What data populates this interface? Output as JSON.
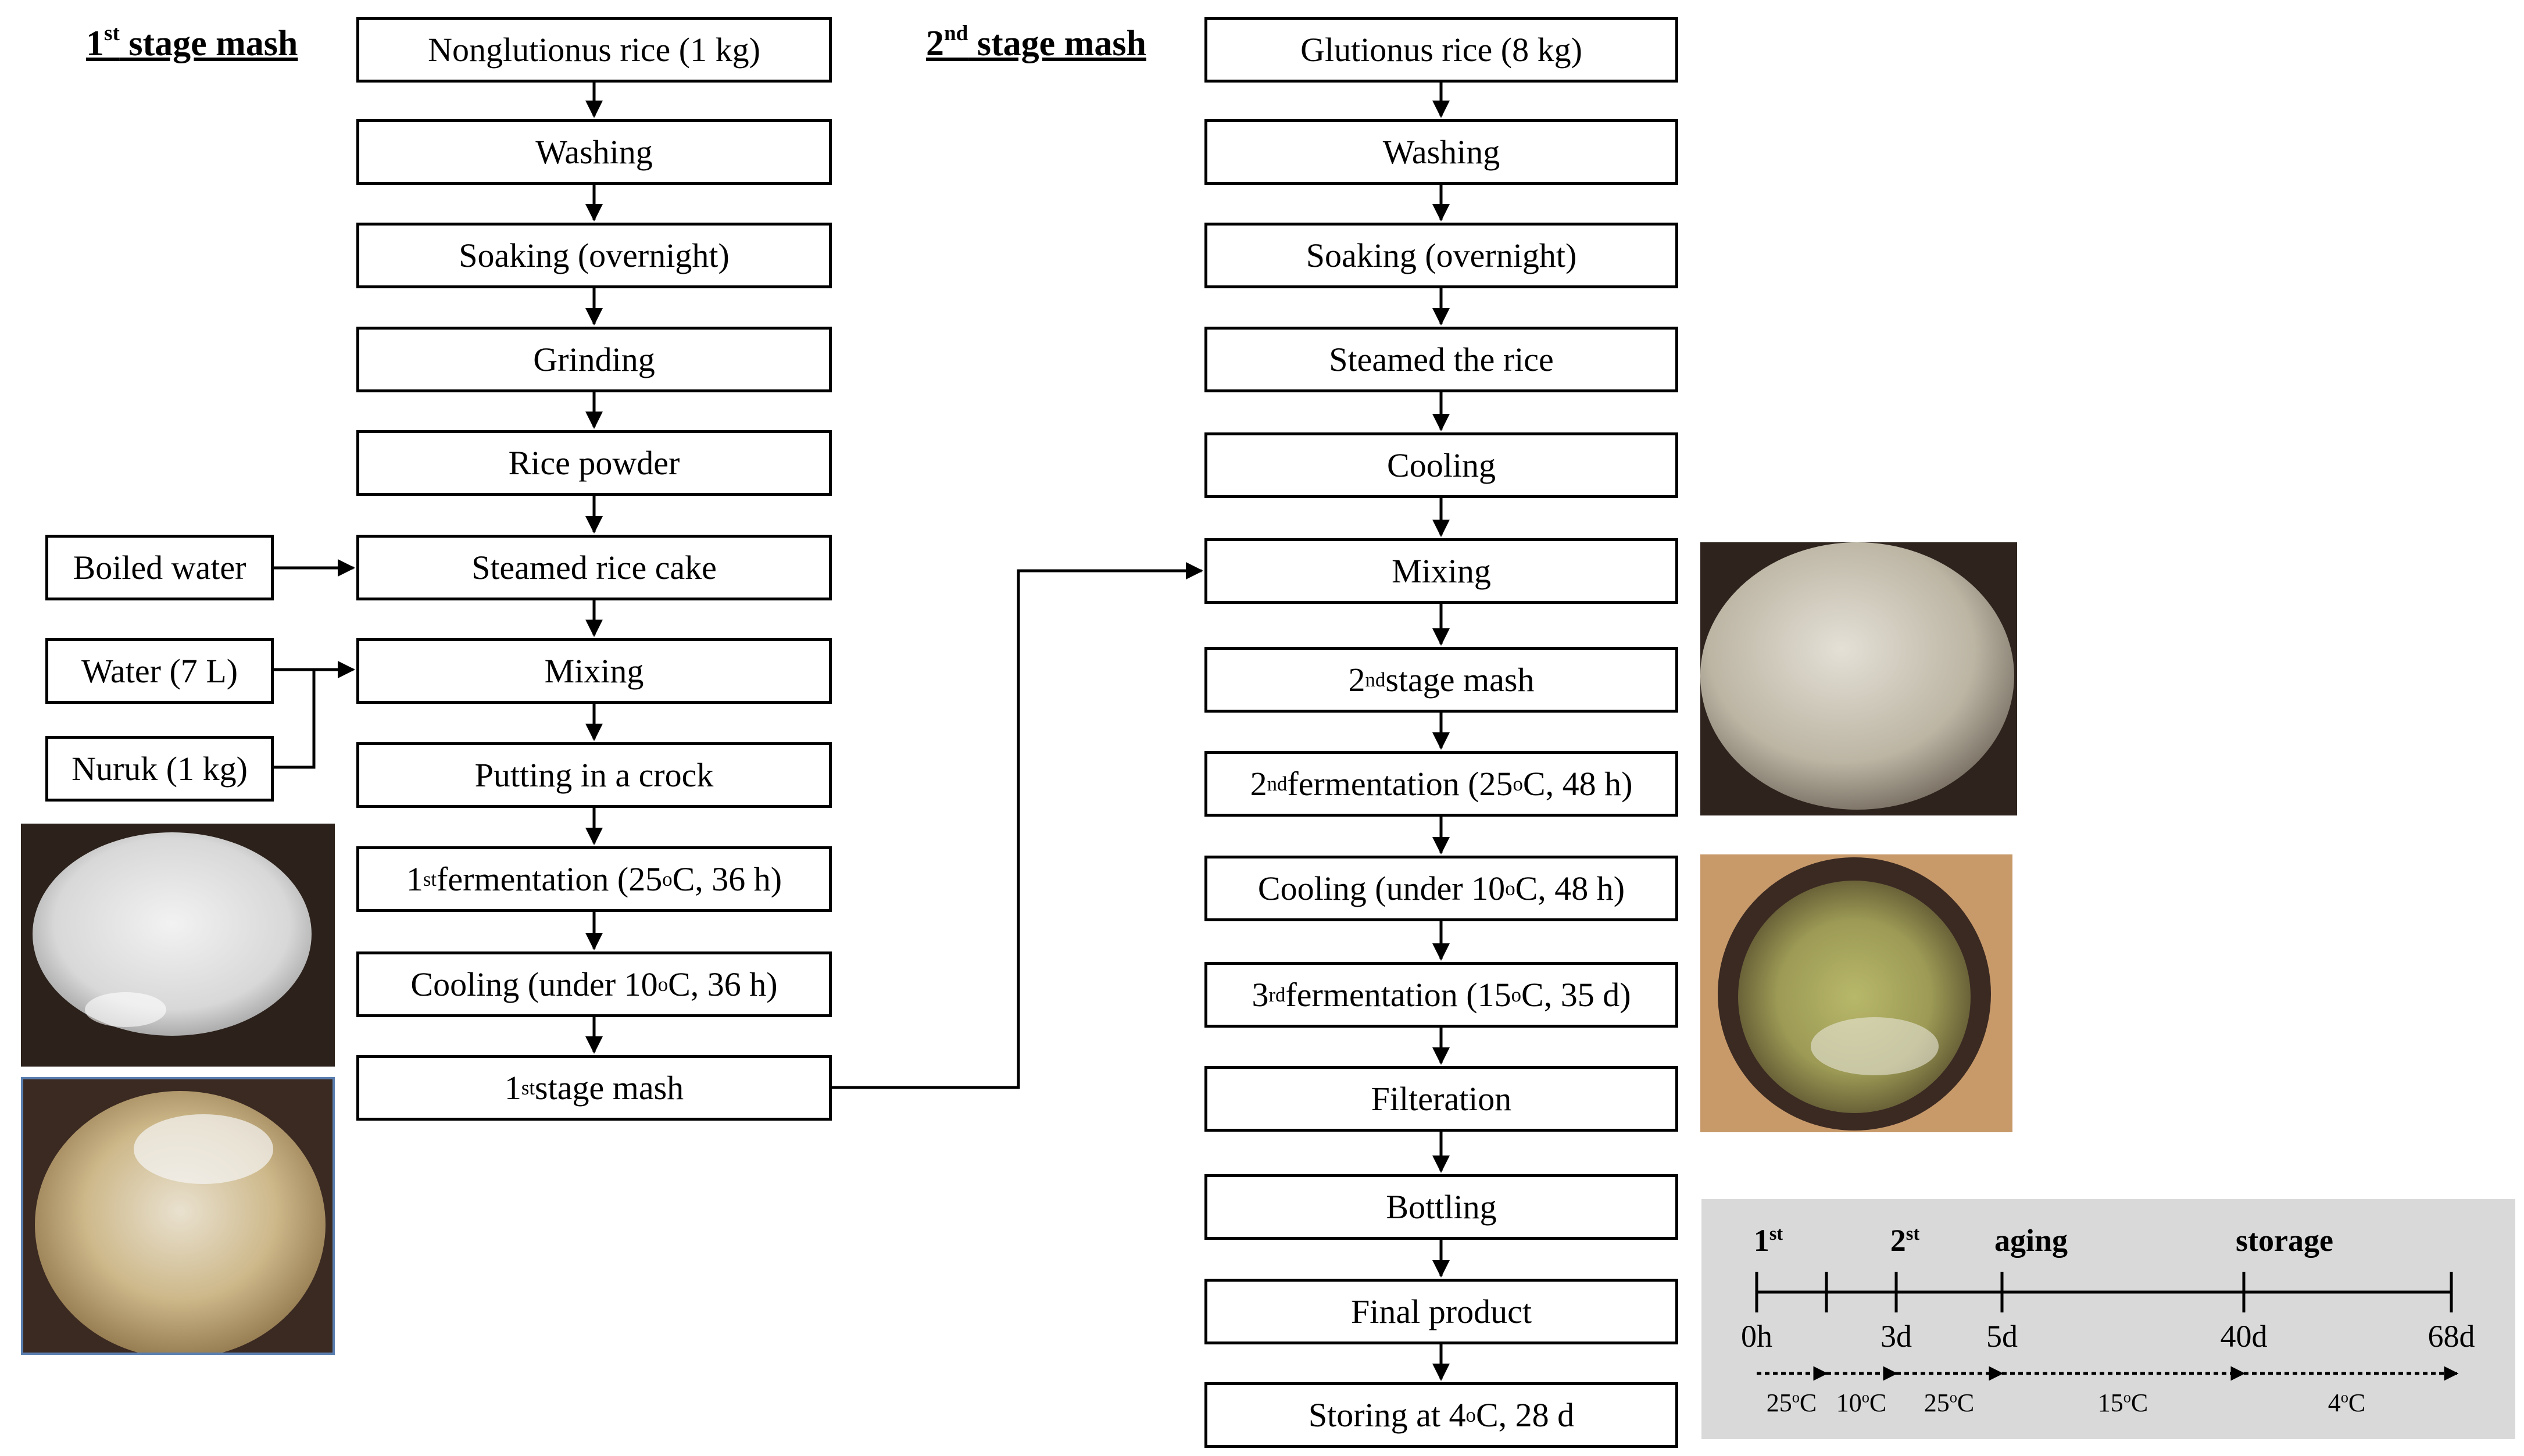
{
  "stage1": {
    "heading": {
      "prefix": "1",
      "sup": "st",
      "rest": " stage mash"
    },
    "steps": [
      {
        "label": "Nonglutionus rice (1 kg)"
      },
      {
        "label": "Washing"
      },
      {
        "label": "Soaking (overnight)"
      },
      {
        "label": "Grinding"
      },
      {
        "label": "Rice powder"
      },
      {
        "label": "Steamed rice cake"
      },
      {
        "label": "Mixing"
      },
      {
        "label": "Putting in a crock"
      },
      {
        "prefix": "1",
        "sup": "st",
        "rest": " fermentation (25",
        "sup2": "o",
        "rest2": "C, 36 h)"
      },
      {
        "prefix": "Cooling (under 10",
        "sup": "o",
        "rest": "C, 36 h)"
      },
      {
        "prefix": "1",
        "sup": "st",
        "rest": " stage mash"
      }
    ],
    "inputs": [
      {
        "label": "Boiled water"
      },
      {
        "label": "Water (7 L)"
      },
      {
        "label": "Nuruk (1 kg)"
      }
    ]
  },
  "stage2": {
    "heading": {
      "prefix": "2",
      "sup": "nd",
      "rest": " stage mash"
    },
    "steps": [
      {
        "label": "Glutionus rice (8 kg)"
      },
      {
        "label": "Washing"
      },
      {
        "label": "Soaking (overnight)"
      },
      {
        "label": "Steamed the rice"
      },
      {
        "label": "Cooling"
      },
      {
        "label": "Mixing"
      },
      {
        "prefix": "2",
        "sup": "nd",
        "rest": " stage mash"
      },
      {
        "prefix": "2",
        "sup": "nd",
        "rest": " fermentation (25",
        "sup2": "o",
        "rest2": "C, 48 h)"
      },
      {
        "prefix": "Cooling (under 10",
        "sup": "o",
        "rest": "C, 48 h)"
      },
      {
        "prefix": "3",
        "sup": "rd",
        "rest": " fermentation (15",
        "sup2": "o",
        "rest2": "C, 35 d)"
      },
      {
        "label": "Filteration"
      },
      {
        "label": "Bottling"
      },
      {
        "label": "Final product"
      },
      {
        "prefix": "Storing at 4",
        "sup": "o",
        "rest": "C, 28 d"
      }
    ]
  },
  "timeline": {
    "phases": [
      {
        "prefix": "1",
        "sup": "st"
      },
      {
        "prefix": "2",
        "sup": "st"
      },
      {
        "label": "aging"
      },
      {
        "label": "storage"
      }
    ],
    "times": [
      "0h",
      "3d",
      "5d",
      "40d",
      "68d"
    ],
    "temps": [
      {
        "prefix": "25",
        "sup": "o",
        "rest": "C"
      },
      {
        "prefix": "10",
        "sup": "o",
        "rest": "C"
      },
      {
        "prefix": "25",
        "sup": "o",
        "rest": "C"
      },
      {
        "prefix": "15",
        "sup": "o",
        "rest": "C"
      },
      {
        "prefix": "4",
        "sup": "o",
        "rest": "C"
      }
    ]
  },
  "colors": {
    "line": "#000000",
    "timeline_bg": "#d9d9d9",
    "crock": "#3b2a22"
  }
}
